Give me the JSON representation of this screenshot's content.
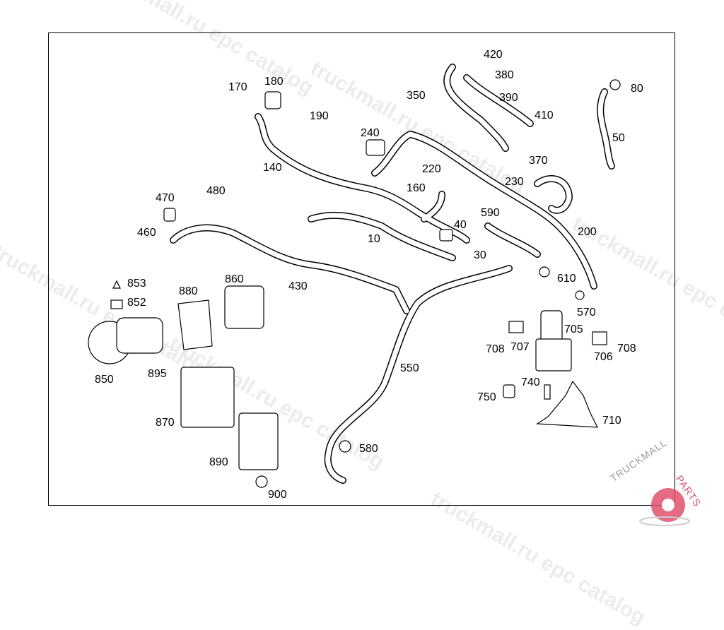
{
  "watermarks": [
    "truckmall.ru epc catalog",
    "truckmall.ru epc catalog",
    "truckmall.ru epc catalog",
    "truckmall.ru epc catalog",
    "truckmall.ru epc catalog"
  ],
  "logo": {
    "text1": "TRUCKMALL",
    "text2": "PARTS",
    "color_gray": "#9a9a9a",
    "color_red": "#e0506e"
  },
  "labels": {
    "p420": "420",
    "p380": "380",
    "p350": "350",
    "p390": "390",
    "p80": "80",
    "p170": "170",
    "p180": "180",
    "p190": "190",
    "p410": "410",
    "p50": "50",
    "p240": "240",
    "p370": "370",
    "p220": "220",
    "p140": "140",
    "p160": "160",
    "p230": "230",
    "p470": "470",
    "p480": "480",
    "p590": "590",
    "p40": "40",
    "p200": "200",
    "p460": "460",
    "p10": "10",
    "p30": "30",
    "p610": "610",
    "p860": "860",
    "p853": "853",
    "p430": "430",
    "p880": "880",
    "p852": "852",
    "p570": "570",
    "p705": "705",
    "p707": "707",
    "p708a": "708",
    "p706": "706",
    "p708b": "708",
    "p850": "850",
    "p895": "895",
    "p550": "550",
    "p740": "740",
    "p750": "750",
    "p870": "870",
    "p710": "710",
    "p580": "580",
    "p890": "890",
    "p900": "900"
  }
}
